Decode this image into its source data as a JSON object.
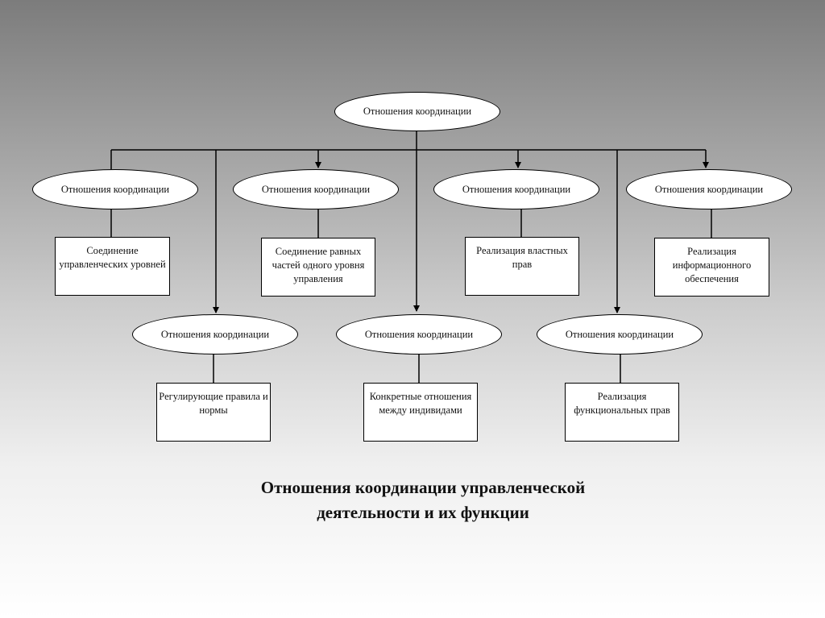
{
  "diagram": {
    "root": "Отношения координации",
    "upper_nodes": [
      {
        "label": "Отношения координации",
        "function": "Соединение управленческих уровней"
      },
      {
        "label": "Отношения координации",
        "function": "Соединение равных частей одного уровня управления"
      },
      {
        "label": "Отношения координации",
        "function": "Реализация властных прав"
      },
      {
        "label": "Отношения координации",
        "function": "Реализация информационного обеспечения"
      }
    ],
    "lower_nodes": [
      {
        "label": "Отношения координации",
        "function": "Регулирующие правила и нормы"
      },
      {
        "label": "Отношения координации",
        "function": "Конкретные отношения между индивидами"
      },
      {
        "label": "Отношения координации",
        "function": "Реализация функциональных прав"
      }
    ]
  },
  "caption": {
    "line1": "Отношения координации управленческой",
    "line2": "деятельности и их функции"
  }
}
